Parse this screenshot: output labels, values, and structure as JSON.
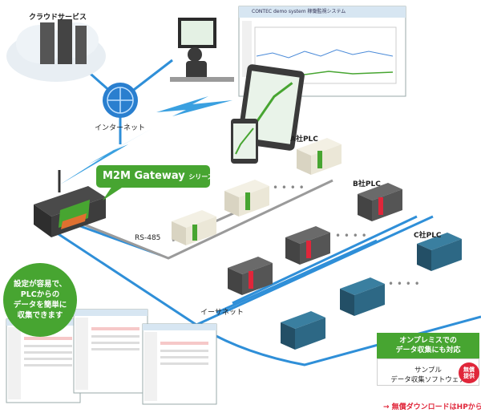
{
  "labels": {
    "cloud": "クラウドサービス",
    "internet": "インターネット",
    "plc_a": "A社PLC",
    "plc_b": "B社PLC",
    "plc_c": "C社PLC",
    "rs485": "RS-485",
    "ethernet": "イーサネット"
  },
  "gateway": {
    "name": "M2M Gateway",
    "suffix": "シリーズ"
  },
  "bubble": {
    "lines": [
      "設定が容易で、",
      "PLCからの",
      "データを簡単に",
      "収集できます"
    ]
  },
  "monitor": {
    "title": "CONTEC demo system 稼働監視システム"
  },
  "promo": {
    "head_line1": "オンプレミスでの",
    "head_line2": "データ収集にも対応",
    "body_line1": "サンプル",
    "body_line2": "データ収集ソフトウェア",
    "badge_line1": "無償",
    "badge_line2": "提供"
  },
  "download": "→ 無償ダウンロードはHPから",
  "colors": {
    "accent_green": "#47a531",
    "network_blue": "#2f8fd8",
    "rs485_gray": "#9a9a9a",
    "badge_red": "#e0263a"
  }
}
